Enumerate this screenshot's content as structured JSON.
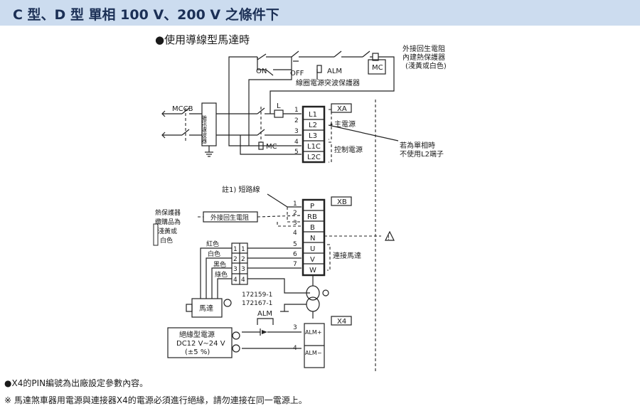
{
  "header": {
    "title": "C 型、D 型 單相 100 V、200 V 之條件下"
  },
  "diagram": {
    "subtitle": "●使用導線型馬達時",
    "labels": {
      "ext_resistor_top_1": "外接回生電阻",
      "ext_resistor_top_2": "內建熱保護器",
      "ext_resistor_top_3": "(淺黃或白色)",
      "on": "ON",
      "off": "OFF",
      "alm_top": "ALM",
      "mc_top": "MC",
      "surge": "線圈電源突波保護器",
      "mccb": "MCCB",
      "noise_filter": "雜訊濾波器",
      "reactor": "L",
      "mc_mid": "MC",
      "xa": "XA",
      "main_power": "主電源",
      "control_power": "控制電源",
      "single_phase_1": "若為單相時",
      "single_phase_2": "不使用L2端子",
      "short_wire": "註1) 短路線",
      "xb": "XB",
      "thermal_1": "熱保護器",
      "thermal_2": "纜購品為",
      "thermal_3": "淺黃或",
      "thermal_4": "白色",
      "ext_resistor_mid": "外接回生電阻",
      "red": "紅色",
      "white": "白色",
      "black": "黑色",
      "green": "綠色",
      "connect_motor": "連接馬達",
      "part1": "172159-1",
      "part2": "172167-1",
      "motor": "馬達",
      "alm_bottom": "ALM",
      "xa4": "X4",
      "isolated_1": "絕緣型電源",
      "isolated_2": "DC12 V∼24 V",
      "isolated_3": "(±5 %)",
      "warning": "!"
    },
    "xa_pins": [
      "L1",
      "L2",
      "L3",
      "L1C",
      "L2C"
    ],
    "xa_numbers": [
      "1",
      "2",
      "3",
      "4",
      "5"
    ],
    "xb_pins": [
      "P",
      "RB",
      "B",
      "N",
      "U",
      "V",
      "W"
    ],
    "xb_numbers": [
      "1",
      "2",
      "3",
      "4",
      "5",
      "6",
      "7"
    ],
    "motor_conn_numbers": [
      "1",
      "2",
      "3",
      "4"
    ],
    "x4_pins": [
      "ALM+",
      "ALM−"
    ],
    "x4_numbers": [
      "3",
      "4"
    ]
  },
  "notes": {
    "note1": "●X4的PIN編號為出廠設定參數內容。",
    "note2": "※ 馬達煞車器用電源與連接器X4的電源必須進行絕緣，請勿連接在同一電源上。"
  }
}
